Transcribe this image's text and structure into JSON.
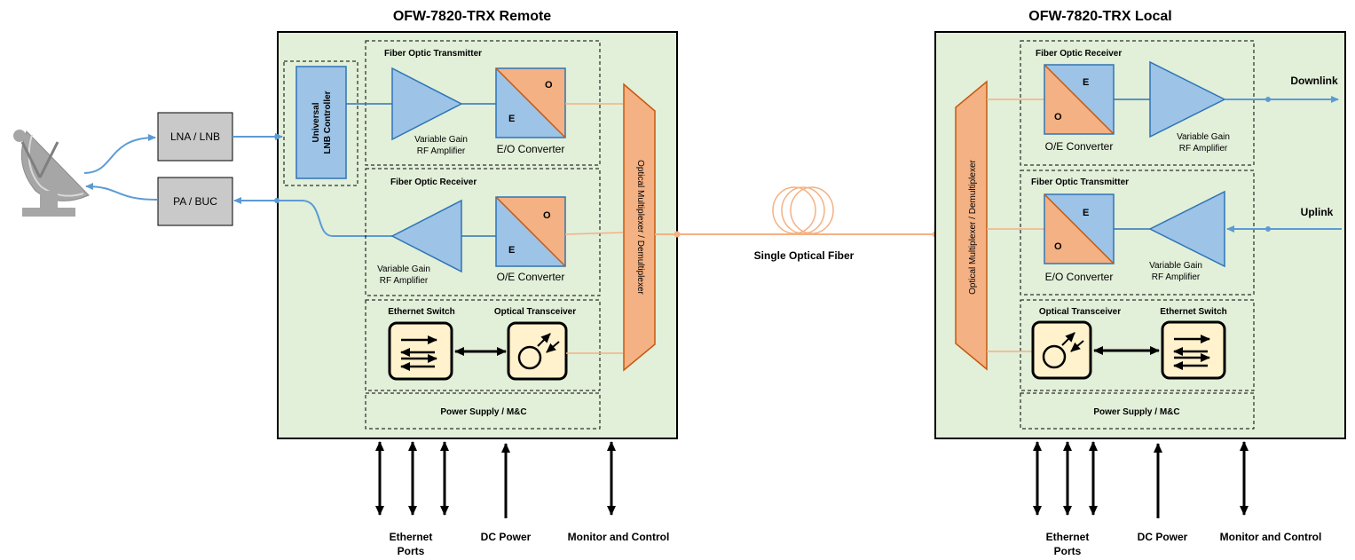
{
  "remote": {
    "title": "OFW-7820-TRX Remote",
    "fiber_tx_title": "Fiber Optic Transmitter",
    "fiber_rx_title": "Fiber Optic Receiver",
    "lnb_controller_line1": "Universal",
    "lnb_controller_line2": "LNB Controller",
    "tx_amp_line1": "Variable Gain",
    "tx_amp_line2": "RF Amplifier",
    "eo_converter": "E/O Converter",
    "rx_amp_line1": "Variable Gain",
    "rx_amp_line2": "RF Amplifier",
    "oe_converter": "O/E Converter",
    "ethernet_switch": "Ethernet Switch",
    "optical_transceiver": "Optical Transceiver",
    "power_supply": "Power Supply / M&C",
    "mux": "Optical Multiplexer / Demultiplexer",
    "lna_lnb": "LNA / LNB",
    "pa_buc": "PA / BUC",
    "ethernet_ports_line1": "Ethernet",
    "ethernet_ports_line2": "Ports",
    "dc_power": "DC Power",
    "monitor_control": "Monitor and Control"
  },
  "local": {
    "title": "OFW-7820-TRX Local",
    "fiber_rx_title": "Fiber Optic Receiver",
    "fiber_tx_title": "Fiber Optic Transmitter",
    "oe_converter": "O/E Converter",
    "rx_amp_line1": "Variable Gain",
    "rx_amp_line2": "RF Amplifier",
    "eo_converter": "E/O Converter",
    "tx_amp_line1": "Variable Gain",
    "tx_amp_line2": "RF Amplifier",
    "optical_transceiver": "Optical Transceiver",
    "ethernet_switch": "Ethernet Switch",
    "power_supply": "Power Supply / M&C",
    "mux": "Optical Multiplexer / Demultiplexer",
    "downlink": "Downlink",
    "uplink": "Uplink",
    "ethernet_ports_line1": "Ethernet",
    "ethernet_ports_line2": "Ports",
    "dc_power": "DC Power",
    "monitor_control": "Monitor and Control"
  },
  "fiber_label": "Single Optical Fiber",
  "letters": {
    "o": "O",
    "e": "E"
  },
  "colors": {
    "unit_fill": "#e2efd9",
    "blue_fill": "#9dc3e6",
    "blue_stroke": "#2e75b6",
    "blue_line": "#5b9bd5",
    "orange_fill": "#f4b183",
    "orange_line": "#f4b183",
    "orange_stroke": "#c55a11",
    "grey_box": "#c9c9c9",
    "switch_fill": "#fff2cc"
  }
}
